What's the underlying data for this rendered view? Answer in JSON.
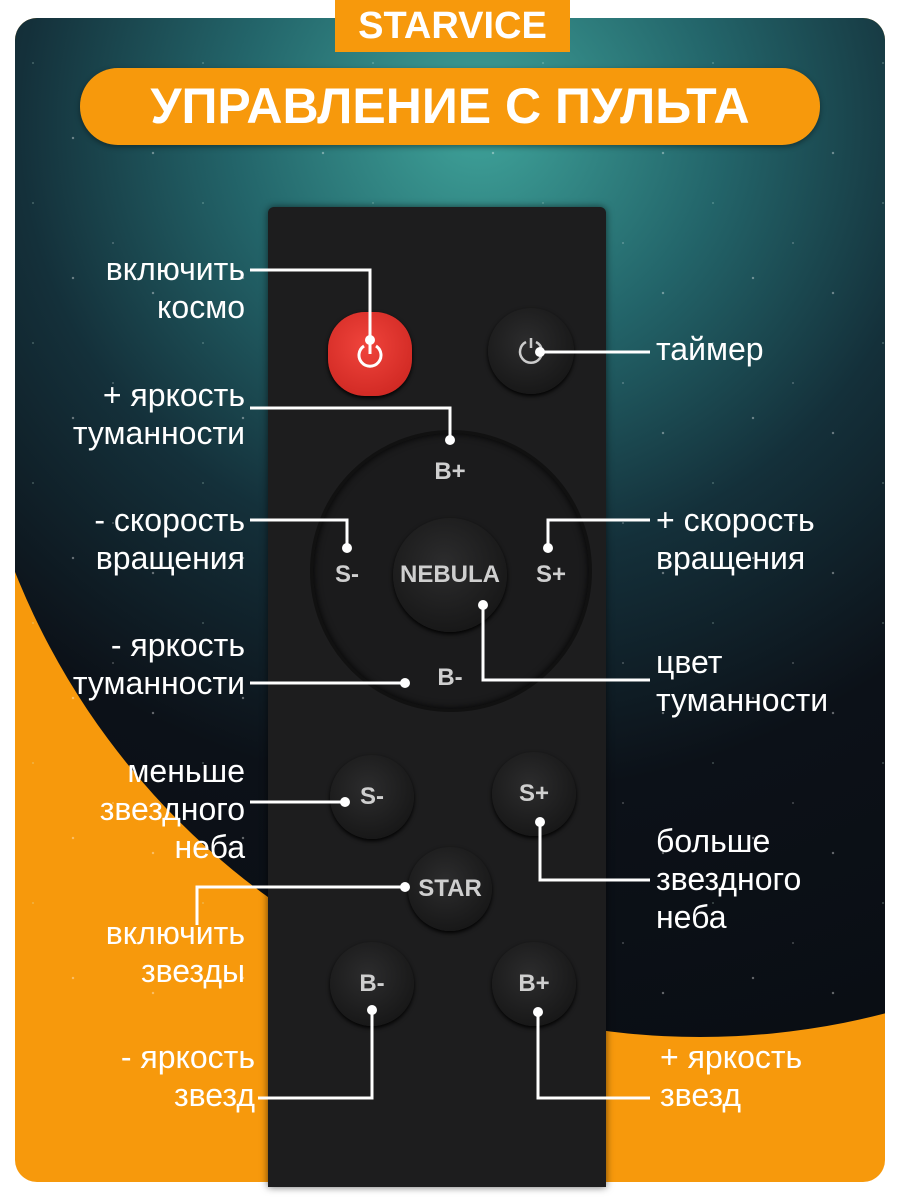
{
  "brand": "STARVICE",
  "title": "УПРАВЛЕНИЕ С ПУЛЬТА",
  "keys": {
    "power": "power-icon",
    "timer": "timer-icon",
    "ring_top": "B+",
    "ring_left": "S-",
    "ring_right": "S+",
    "ring_bottom": "B-",
    "nebula": "NEBULA",
    "star_minus": "S-",
    "star_plus": "S+",
    "star": "STAR",
    "bright_minus": "B-",
    "bright_plus": "B+"
  },
  "labels": {
    "power": [
      "включить",
      "космо"
    ],
    "timer": [
      "таймер"
    ],
    "nebula_bright_plus": [
      "+ яркость",
      "туманности"
    ],
    "speed_minus": [
      "- скорость",
      "вращения"
    ],
    "speed_plus": [
      "+ скорость",
      "вращения"
    ],
    "nebula_color": [
      "цвет",
      "туманности"
    ],
    "nebula_bright_minus": [
      "- яркость",
      "туманности"
    ],
    "stars_less": [
      "меньше",
      "звездного",
      "неба"
    ],
    "stars_more": [
      "больше",
      "звездного",
      "неба"
    ],
    "stars_on": [
      "включить",
      "звезды"
    ],
    "stars_bright_minus": [
      "- яркость",
      "звезд"
    ],
    "stars_bright_plus": [
      "+ яркость",
      "звезд"
    ]
  },
  "colors": {
    "accent": "#f7990c",
    "power": "#e8342f"
  }
}
